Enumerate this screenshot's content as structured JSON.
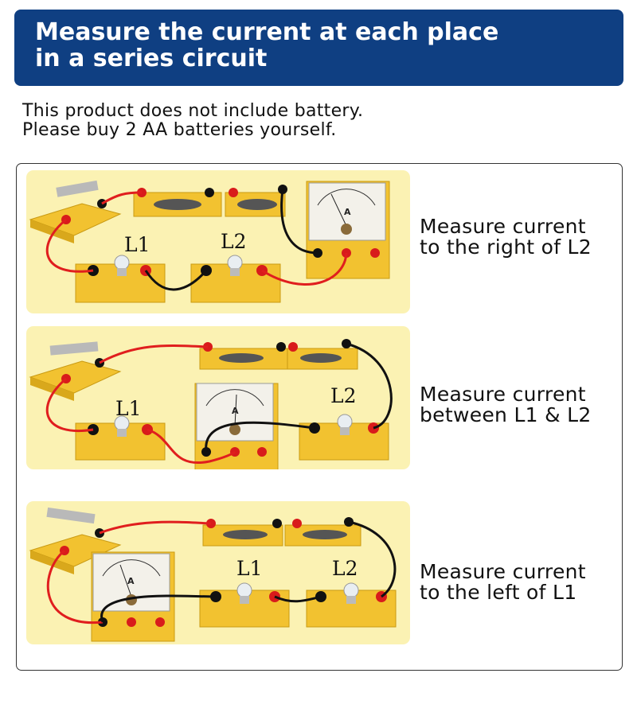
{
  "header": {
    "line1": "Measure the current at each place",
    "line2": "in a series circuit"
  },
  "notice": {
    "line1": "This product does not include battery.",
    "line2": "Please buy 2 AA batteries yourself."
  },
  "scenes": [
    {
      "caption1": "Measure current",
      "caption2": "to the right of L2",
      "lamp1": "L1",
      "lamp2": "L2",
      "meter_symbol": "A"
    },
    {
      "caption1": "Measure current",
      "caption2": "between L1 & L2",
      "lamp1": "L1",
      "lamp2": "L2",
      "meter_symbol": "A"
    },
    {
      "caption1": "Measure current",
      "caption2": "to the left of L1",
      "lamp1": "L1",
      "lamp2": "L2",
      "meter_symbol": "A"
    }
  ],
  "colors": {
    "header_bg": "#0f3f82",
    "scene_bg": "#fbf2b3",
    "component_yellow": "#f2c230",
    "wire_red": "#e01e1e",
    "wire_black": "#111111"
  }
}
